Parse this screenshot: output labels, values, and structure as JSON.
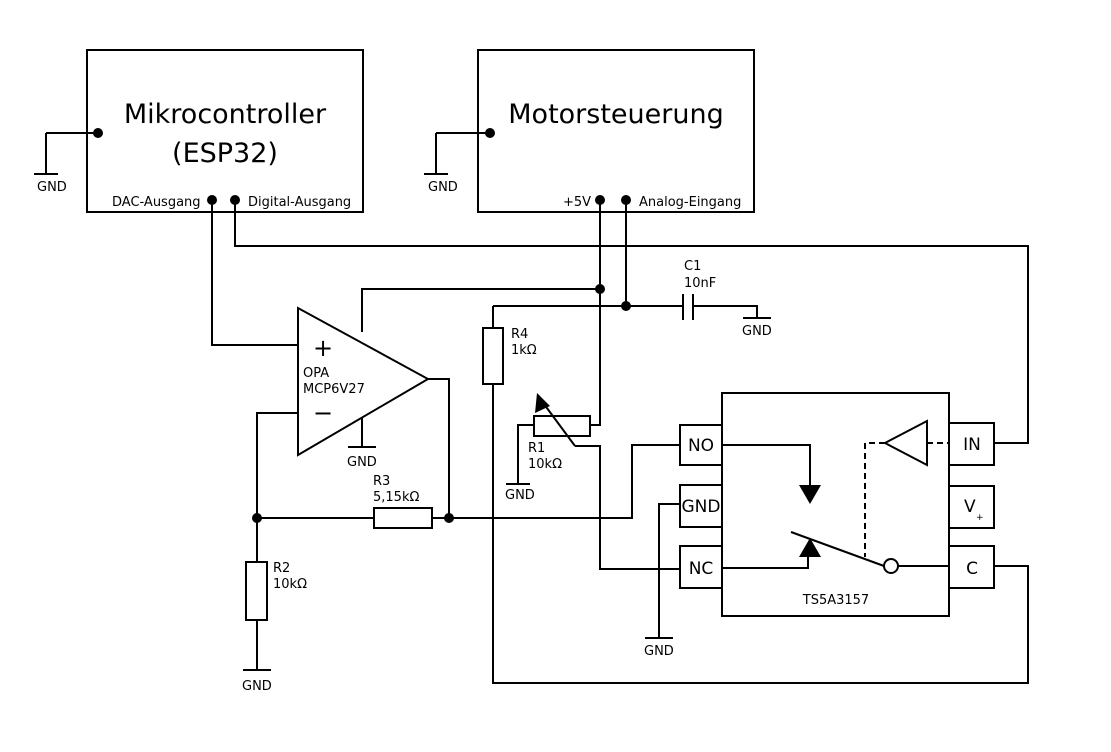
{
  "blocks": {
    "mcu": {
      "title_line1": "Mikrocontroller",
      "title_line2": "(ESP32)",
      "pin_dac": "DAC-Ausgang",
      "pin_digital": "Digital-Ausgang",
      "gnd": "GND"
    },
    "motor": {
      "title": "Motorsteuerung",
      "pin_5v": "+5V",
      "pin_analog": "Analog-Eingang",
      "gnd": "GND"
    }
  },
  "components": {
    "c1": {
      "name": "C1",
      "value": "10nF",
      "gnd": "GND"
    },
    "opa": {
      "name": "OPA",
      "part": "MCP6V27",
      "plus": "+",
      "minus": "−",
      "gnd": "GND"
    },
    "r4": {
      "name": "R4",
      "value": "1kΩ"
    },
    "r1": {
      "name": "R1",
      "value": "10kΩ",
      "gnd": "GND"
    },
    "r3": {
      "name": "R3",
      "value": "5,15kΩ"
    },
    "r2": {
      "name": "R2",
      "value": "10kΩ",
      "gnd": "GND"
    },
    "switch": {
      "name": "TS5A3157",
      "pin_no": "NO",
      "pin_gnd": "GND",
      "pin_nc": "NC",
      "pin_in": "IN",
      "pin_v": "V",
      "pin_v_sub": "+",
      "pin_c": "C",
      "gnd": "GND"
    }
  }
}
